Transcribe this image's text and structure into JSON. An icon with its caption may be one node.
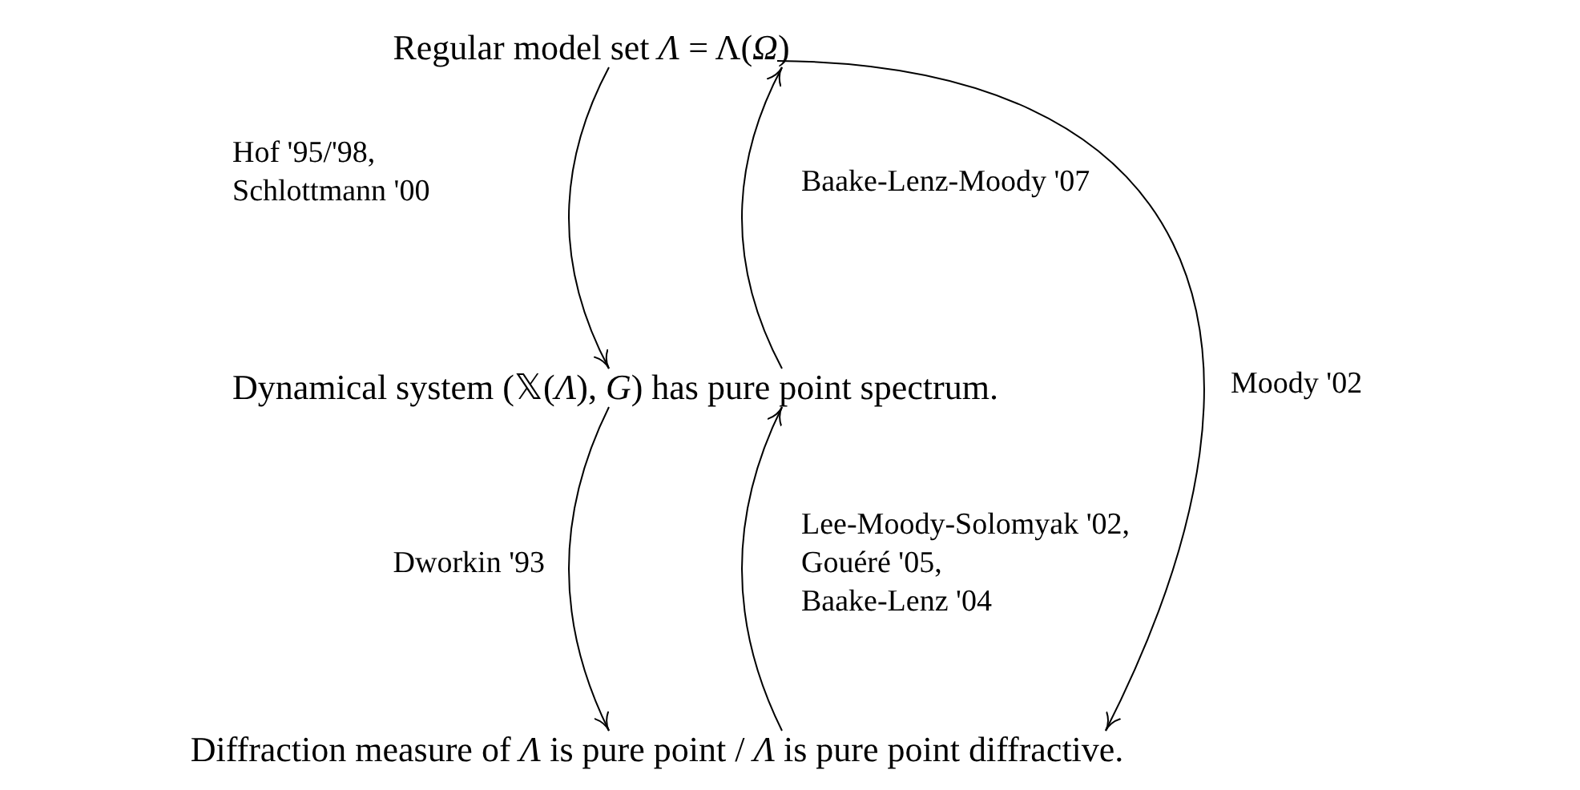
{
  "diagram": {
    "nodes": [
      {
        "text": [
          "Regular model set *Λ* = Λ(*Ω*)"
        ]
      },
      {
        "text": [
          "Dynamical system (𝕏(*Λ*), *G*) has pure point spectrum."
        ]
      },
      {
        "text": [
          "Diffraction measure of *Λ* is pure point / *Λ* is pure point diffractive."
        ]
      }
    ],
    "edges": [
      {
        "from": 0,
        "to": 1,
        "arrow": "to",
        "label": "Hof '95/'98, Schlottmann '00"
      },
      {
        "from": 1,
        "to": 0,
        "arrow": "to",
        "label": "Baake-Lenz-Moody '07"
      },
      {
        "from": 1,
        "to": 2,
        "arrow": "to",
        "label": "Dworkin '93"
      },
      {
        "from": 2,
        "to": 1,
        "arrow": "to",
        "label": "Lee-Moody-Solomyak '02, Gouéré '05, Baake-Lenz '04"
      },
      {
        "from": 0,
        "to": 2,
        "arrow": "to",
        "label": "Moody '02"
      }
    ]
  }
}
